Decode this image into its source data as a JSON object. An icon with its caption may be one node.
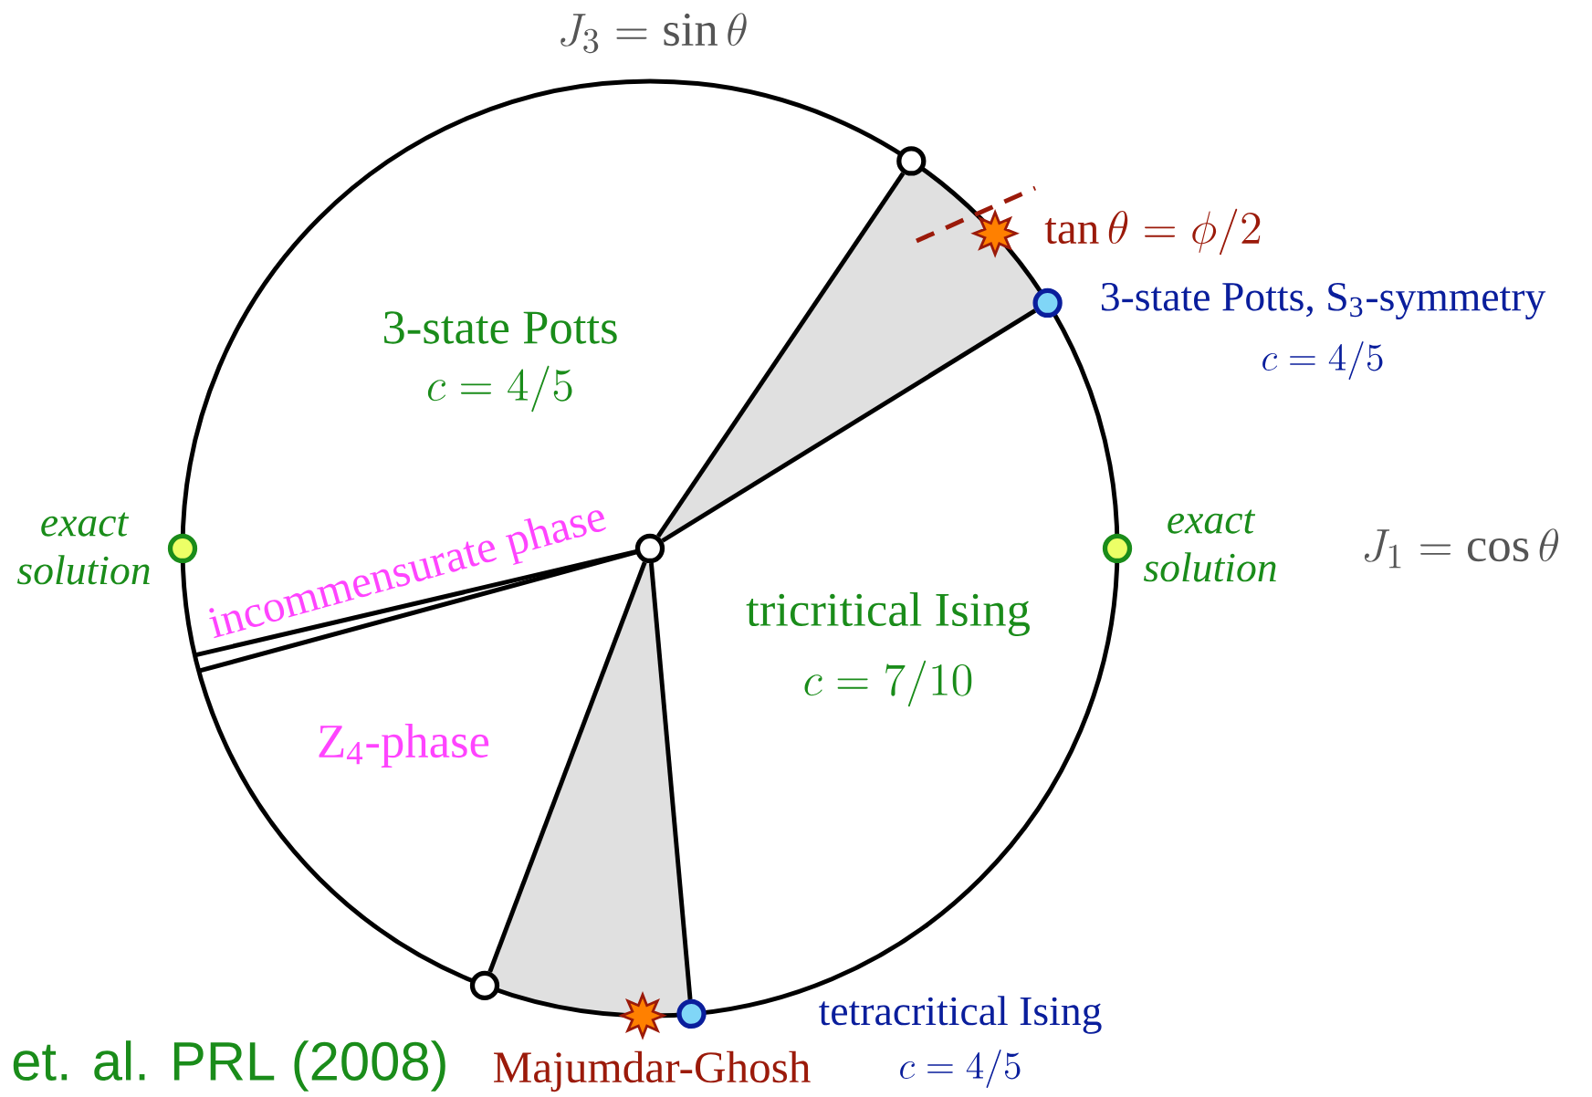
{
  "diagram": {
    "nodes": [
      {
        "text": [],
        "shape": "circle"
      },
      {
        "text": [],
        "shape": "star",
        "beside": [
          "\\tan\\theta = \\phi/2"
        ]
      },
      {
        "text": [],
        "shape": "circle",
        "beside": [
          "3-state Potts, S$_{3}$-symmetry",
          "c = 4/5"
        ]
      },
      {
        "text": [],
        "shape": "circle",
        "beside": [
          "exact solution"
        ]
      },
      {
        "text": [],
        "shape": "circle"
      },
      {
        "text": [],
        "shape": "circle",
        "beside": [
          "exact solution"
        ]
      },
      {
        "text": [],
        "shape": "circle"
      },
      {
        "text": [],
        "shape": "star",
        "beside": [
          "Majumdar-Ghosh"
        ]
      },
      {
        "text": [],
        "shape": "circle",
        "beside": [
          "tetracritical Ising",
          "c = 4/5"
        ]
      }
    ],
    "edges": [
      {
        "from": 4,
        "to": 0,
        "arrow": "none"
      },
      {
        "from": 4,
        "to": 2,
        "arrow": "none"
      },
      {
        "from": 4,
        "to": 6,
        "arrow": "none"
      },
      {
        "from": 4,
        "to": 8,
        "arrow": "none"
      }
    ],
    "labels": [
      "J_3 = \\sin\\theta",
      "3-state Potts",
      "c = 4/5",
      "J_1 = \\cos\\theta",
      "incommensurate phase",
      "tricritical Ising",
      "c = 7/10",
      "Z$_{4}$-phase",
      "et. al. PRL (2008)"
    ]
  }
}
